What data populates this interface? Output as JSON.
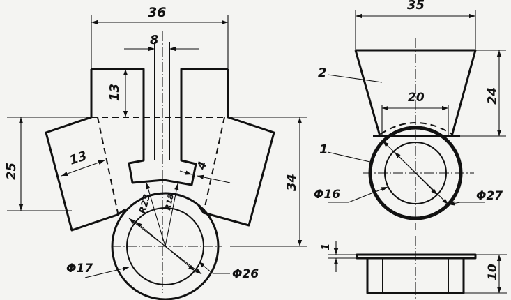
{
  "front_view": {
    "dim_width": "36",
    "dim_slot": "8",
    "dim_height_top": "13",
    "dim_wing": "13",
    "dim_left": "25",
    "dim_right": "34",
    "dim_thickness": "4",
    "dim_r23": "R23",
    "dim_r18": "R18",
    "dim_d17": "Φ17",
    "dim_d26": "Φ26"
  },
  "side_view": {
    "dim_top": "35",
    "dim_height": "24",
    "dim_mid": "20",
    "dim_d16": "Φ16",
    "dim_d27": "Φ27",
    "label_1": "1",
    "label_2": "2"
  },
  "bottom_view": {
    "dim_flange": "1",
    "dim_height": "10"
  }
}
